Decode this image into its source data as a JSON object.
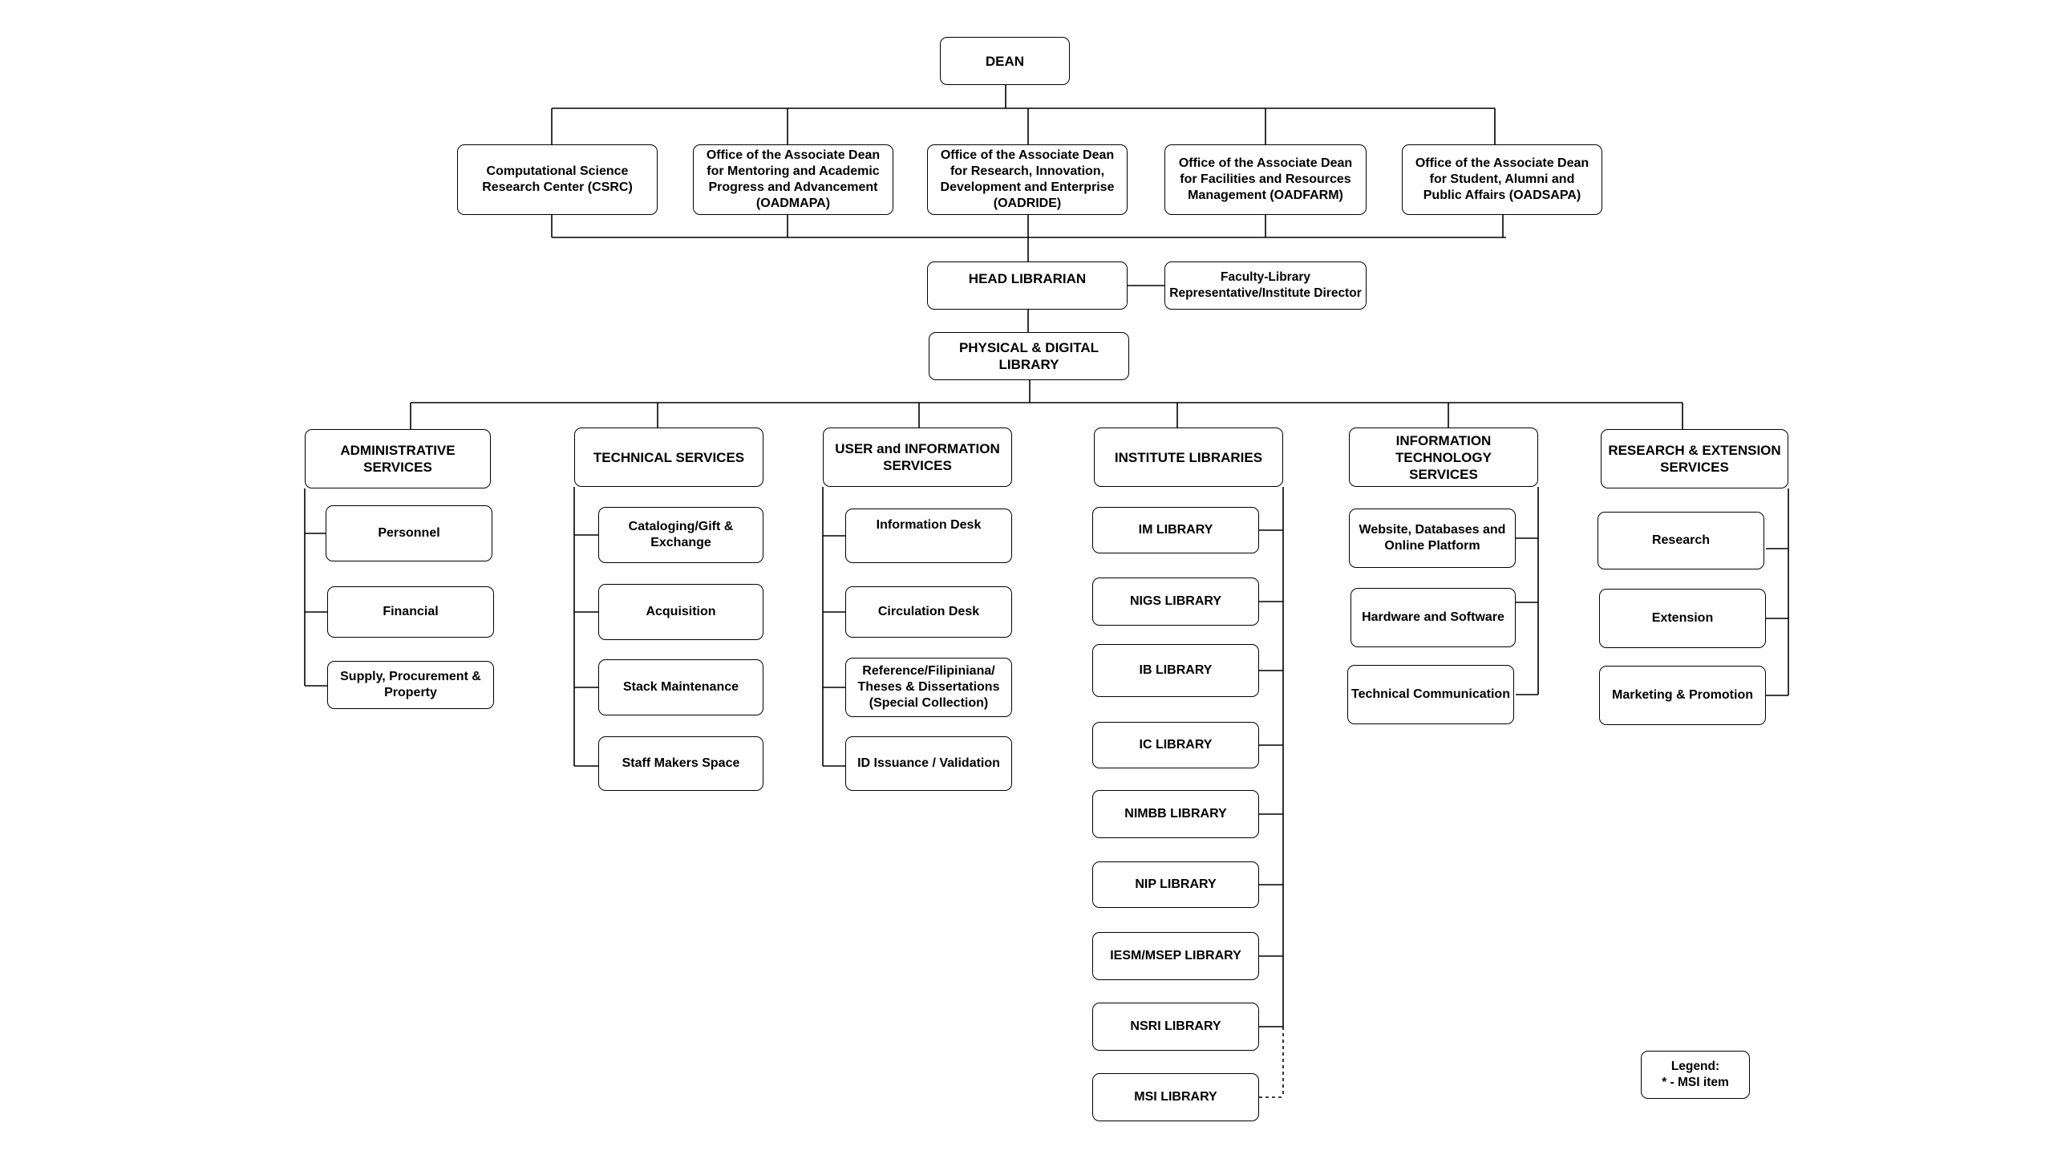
{
  "org_chart": {
    "dean": "DEAN",
    "offices": [
      "Computational Science\nResearch Center (CSRC)",
      "Office of the Associate Dean\nfor Mentoring and Academic\nProgress and Advancement\n(OADMAPA)",
      "Office of the Associate Dean\nfor Research, Innovation,\nDevelopment and Enterprise\n(OADRIDE)",
      "Office of the Associate Dean\nfor Facilities and Resources\nManagement (OADFARM)",
      "Office of the Associate Dean\nfor Student, Alumni and\nPublic Affairs (OADSAPA)"
    ],
    "head_librarian": "HEAD LIBRARIAN",
    "faculty_rep": "Faculty-Library\nRepresentative/Institute Director",
    "library": "PHYSICAL & DIGITAL\nLIBRARY",
    "divisions": [
      {
        "title": "ADMINISTRATIVE SERVICES",
        "items": [
          "Personnel",
          "Financial",
          "Supply, Procurement &\nProperty"
        ]
      },
      {
        "title": "TECHNICAL SERVICES",
        "items": [
          "Cataloging/Gift &\nExchange",
          "Acquisition",
          "Stack Maintenance",
          "Staff Makers Space"
        ]
      },
      {
        "title": "USER and INFORMATION\nSERVICES",
        "items": [
          "Information Desk",
          "Circulation Desk",
          "Reference/Filipiniana/\nTheses & Dissertations\n(Special Collection)",
          "ID Issuance / Validation"
        ]
      },
      {
        "title": "INSTITUTE LIBRARIES",
        "items": [
          "IM LIBRARY",
          "NIGS LIBRARY",
          "IB LIBRARY",
          "IC LIBRARY",
          "NIMBB LIBRARY",
          "NIP LIBRARY",
          "IESM/MSEP LIBRARY",
          "NSRI LIBRARY",
          "MSI LIBRARY"
        ]
      },
      {
        "title": "INFORMATION TECHNOLOGY\nSERVICES",
        "items": [
          "Website, Databases and\nOnline Platform",
          "Hardware and Software",
          "Technical Communication"
        ]
      },
      {
        "title": "RESEARCH & EXTENSION\nSERVICES",
        "items": [
          "Research",
          "Extension",
          "Marketing & Promotion"
        ]
      }
    ],
    "legend": "Legend:\n* - MSI item"
  }
}
